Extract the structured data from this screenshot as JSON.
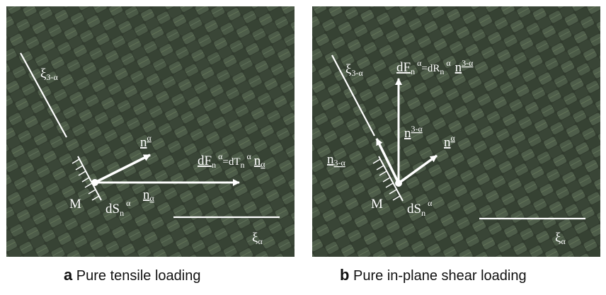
{
  "panel_a": {
    "caption_letter": "a",
    "caption_text": " Pure tensile loading",
    "labels": {
      "xi_3_alpha": "ξ",
      "xi_3_alpha_sub": "3-α",
      "n_alpha_sup": "n",
      "n_alpha_sup_mark": "α",
      "force_main": "dF",
      "force_sub": "n",
      "force_sup": "α",
      "force_eq": "=dT",
      "force_t_sub": "n",
      "force_t_sup": "α",
      "force_n": "n",
      "force_n_sub": "α",
      "n_alpha_sub": "n",
      "n_alpha_sub_mark": "α",
      "point_m": "M",
      "ds_main": "dS",
      "ds_sub": "n",
      "ds_sup": "α",
      "xi_alpha": "ξ",
      "xi_alpha_sub": "α"
    }
  },
  "panel_b": {
    "caption_letter": "b",
    "caption_text": " Pure in-plane shear loading",
    "labels": {
      "xi_3_alpha": "ξ",
      "xi_3_alpha_sub": "3-α",
      "force_main": "dF",
      "force_sub": "n",
      "force_sup": "α",
      "force_eq": "=dR",
      "force_r_sub": "n",
      "force_r_sup": "α",
      "force_n": "n",
      "force_n_sup": "3-α",
      "n_3_alpha_sup": "n",
      "n_3_alpha_sup_mark": "3-α",
      "n_alpha_sup": "n",
      "n_alpha_sup_mark": "α",
      "n_3_alpha_sub": "n",
      "n_3_alpha_sub_mark": "3-α",
      "point_m": "M",
      "ds_main": "dS",
      "ds_sub": "n",
      "ds_sup": "α",
      "xi_alpha": "ξ",
      "xi_alpha_sub": "α"
    }
  },
  "colors": {
    "fabric_dark": "#2b3328",
    "fabric_light": "#556650",
    "annotation": "#ffffff"
  }
}
